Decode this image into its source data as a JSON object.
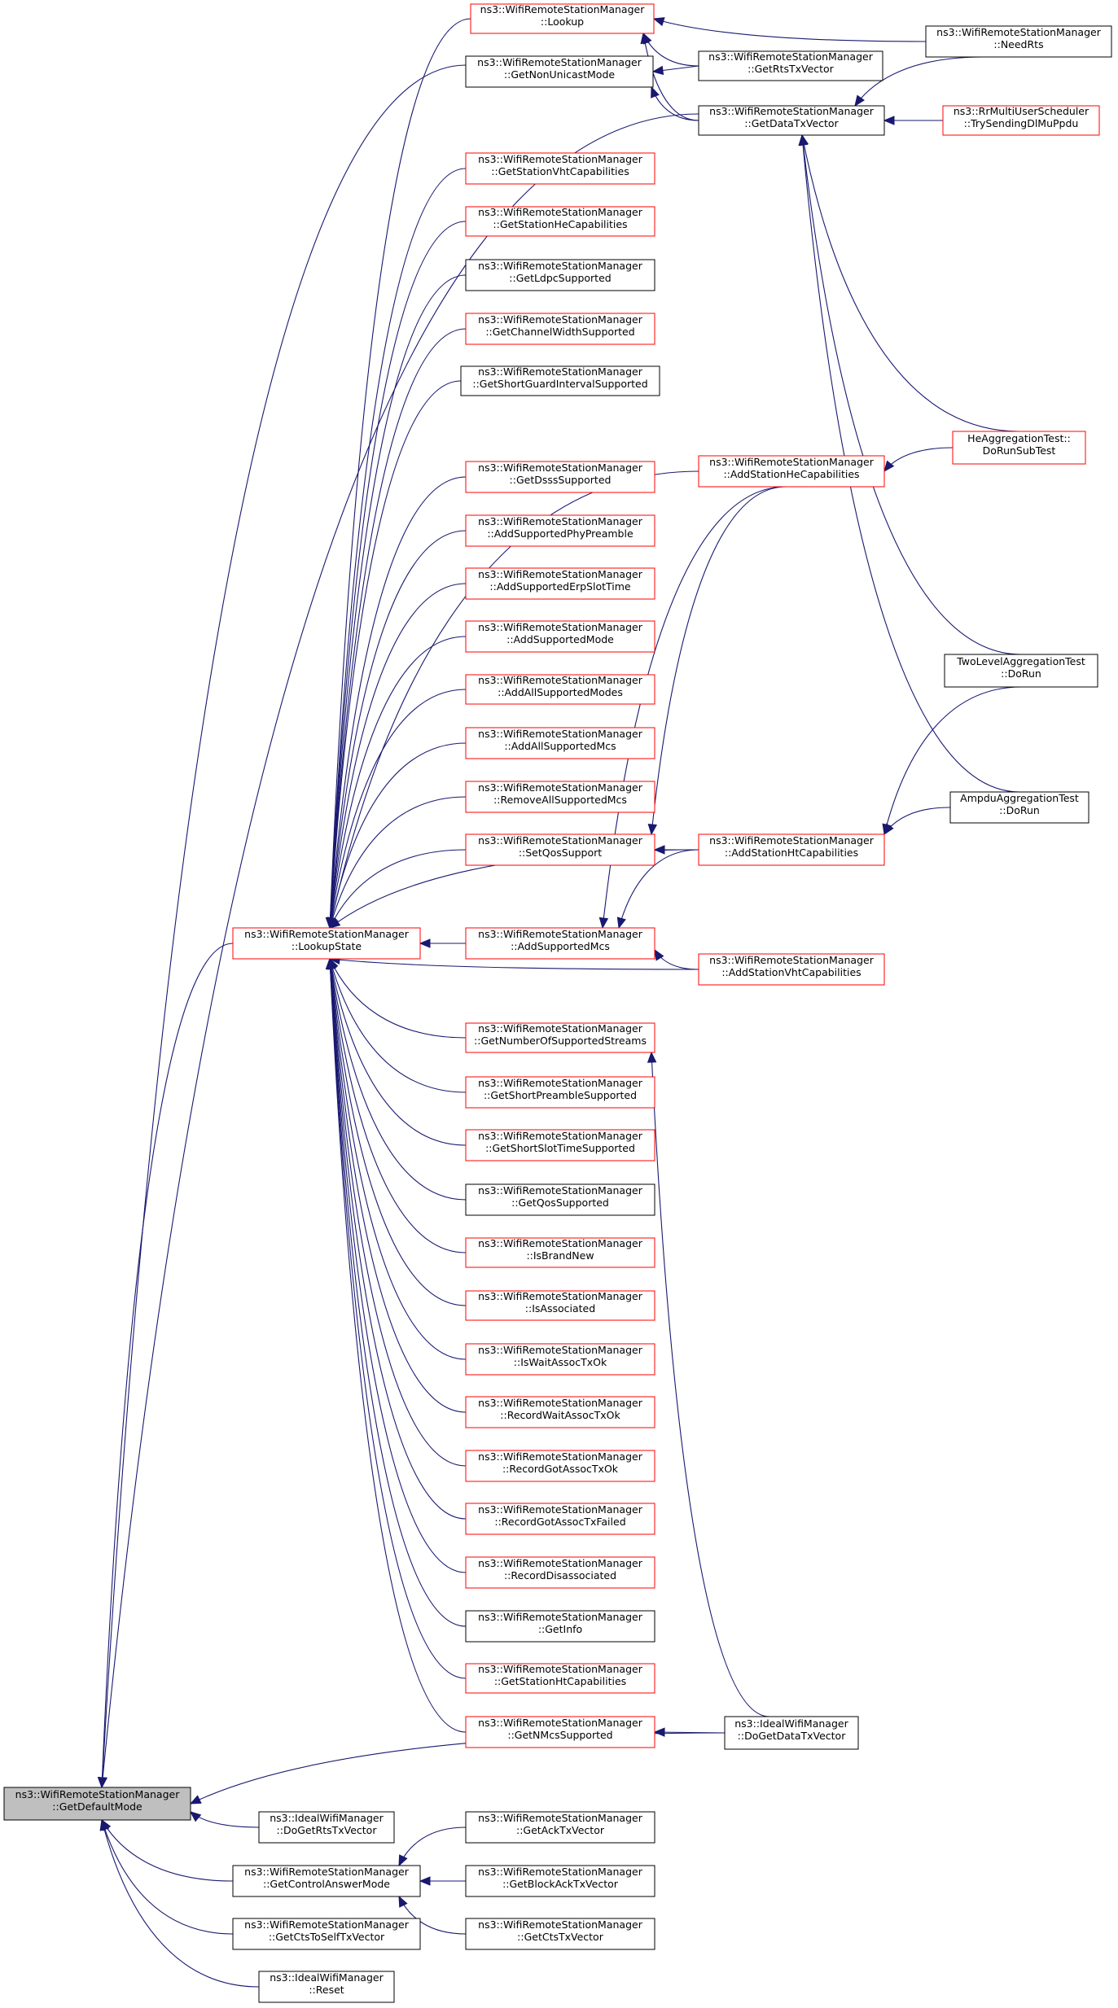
{
  "colors": {
    "edge": "#191970",
    "border_default": "#000000",
    "border_undocumented": "#ff0000",
    "fill_focus": "#bfbfbf",
    "fill_default": "#ffffff"
  },
  "nodes": [
    {
      "id": "lookup",
      "lines": [
        "ns3::WifiRemoteStationManager",
        "::Lookup"
      ],
      "style": "red"
    },
    {
      "id": "getnonunicast",
      "lines": [
        "ns3::WifiRemoteStationManager",
        "::GetNonUnicastMode"
      ],
      "style": "black"
    },
    {
      "id": "getrtstx",
      "lines": [
        "ns3::WifiRemoteStationManager",
        "::GetRtsTxVector"
      ],
      "style": "black"
    },
    {
      "id": "needrts",
      "lines": [
        "ns3::WifiRemoteStationManager",
        "::NeedRts"
      ],
      "style": "black"
    },
    {
      "id": "getdatatx",
      "lines": [
        "ns3::WifiRemoteStationManager",
        "::GetDataTxVector"
      ],
      "style": "black"
    },
    {
      "id": "rrmulti",
      "lines": [
        "ns3::RrMultiUserScheduler",
        "::TrySendingDlMuPpdu"
      ],
      "style": "red"
    },
    {
      "id": "getvhtcap",
      "lines": [
        "ns3::WifiRemoteStationManager",
        "::GetStationVhtCapabilities"
      ],
      "style": "red"
    },
    {
      "id": "gethecap",
      "lines": [
        "ns3::WifiRemoteStationManager",
        "::GetStationHeCapabilities"
      ],
      "style": "red"
    },
    {
      "id": "getldpc",
      "lines": [
        "ns3::WifiRemoteStationManager",
        "::GetLdpcSupported"
      ],
      "style": "black"
    },
    {
      "id": "getchanwidth",
      "lines": [
        "ns3::WifiRemoteStationManager",
        "::GetChannelWidthSupported"
      ],
      "style": "red"
    },
    {
      "id": "getsgi",
      "lines": [
        "ns3::WifiRemoteStationManager",
        "::GetShortGuardIntervalSupported"
      ],
      "style": "black"
    },
    {
      "id": "addhecap",
      "lines": [
        "ns3::WifiRemoteStationManager",
        "::AddStationHeCapabilities"
      ],
      "style": "red"
    },
    {
      "id": "heaggtest",
      "lines": [
        "HeAggregationTest::",
        "DoRunSubTest"
      ],
      "style": "red"
    },
    {
      "id": "getdsss",
      "lines": [
        "ns3::WifiRemoteStationManager",
        "::GetDsssSupported"
      ],
      "style": "red"
    },
    {
      "id": "addphypre",
      "lines": [
        "ns3::WifiRemoteStationManager",
        "::AddSupportedPhyPreamble"
      ],
      "style": "red"
    },
    {
      "id": "adderpslot",
      "lines": [
        "ns3::WifiRemoteStationManager",
        "::AddSupportedErpSlotTime"
      ],
      "style": "red"
    },
    {
      "id": "addsupmode",
      "lines": [
        "ns3::WifiRemoteStationManager",
        "::AddSupportedMode"
      ],
      "style": "red"
    },
    {
      "id": "addallmodes",
      "lines": [
        "ns3::WifiRemoteStationManager",
        "::AddAllSupportedModes"
      ],
      "style": "red"
    },
    {
      "id": "twolevel",
      "lines": [
        "TwoLevelAggregationTest",
        "::DoRun"
      ],
      "style": "black"
    },
    {
      "id": "addallmcs",
      "lines": [
        "ns3::WifiRemoteStationManager",
        "::AddAllSupportedMcs"
      ],
      "style": "red"
    },
    {
      "id": "removeallmcs",
      "lines": [
        "ns3::WifiRemoteStationManager",
        "::RemoveAllSupportedMcs"
      ],
      "style": "red"
    },
    {
      "id": "ampdutest",
      "lines": [
        "AmpduAggregationTest",
        "::DoRun"
      ],
      "style": "black"
    },
    {
      "id": "setqos",
      "lines": [
        "ns3::WifiRemoteStationManager",
        "::SetQosSupport"
      ],
      "style": "red"
    },
    {
      "id": "addhtcap",
      "lines": [
        "ns3::WifiRemoteStationManager",
        "::AddStationHtCapabilities"
      ],
      "style": "red"
    },
    {
      "id": "lookupstate",
      "lines": [
        "ns3::WifiRemoteStationManager",
        "::LookupState"
      ],
      "style": "red"
    },
    {
      "id": "addsupmcs",
      "lines": [
        "ns3::WifiRemoteStationManager",
        "::AddSupportedMcs"
      ],
      "style": "red"
    },
    {
      "id": "addvhtcap",
      "lines": [
        "ns3::WifiRemoteStationManager",
        "::AddStationVhtCapabilities"
      ],
      "style": "red"
    },
    {
      "id": "getnss",
      "lines": [
        "ns3::WifiRemoteStationManager",
        "::GetNumberOfSupportedStreams"
      ],
      "style": "red"
    },
    {
      "id": "getshortpre",
      "lines": [
        "ns3::WifiRemoteStationManager",
        "::GetShortPreambleSupported"
      ],
      "style": "red"
    },
    {
      "id": "getshortslot",
      "lines": [
        "ns3::WifiRemoteStationManager",
        "::GetShortSlotTimeSupported"
      ],
      "style": "red"
    },
    {
      "id": "getqos",
      "lines": [
        "ns3::WifiRemoteStationManager",
        "::GetQosSupported"
      ],
      "style": "black"
    },
    {
      "id": "isbrandnew",
      "lines": [
        "ns3::WifiRemoteStationManager",
        "::IsBrandNew"
      ],
      "style": "red"
    },
    {
      "id": "isassoc",
      "lines": [
        "ns3::WifiRemoteStationManager",
        "::IsAssociated"
      ],
      "style": "red"
    },
    {
      "id": "iswaitassoc",
      "lines": [
        "ns3::WifiRemoteStationManager",
        "::IsWaitAssocTxOk"
      ],
      "style": "red"
    },
    {
      "id": "recwaitassoc",
      "lines": [
        "ns3::WifiRemoteStationManager",
        "::RecordWaitAssocTxOk"
      ],
      "style": "red"
    },
    {
      "id": "recgotassoc",
      "lines": [
        "ns3::WifiRemoteStationManager",
        "::RecordGotAssocTxOk"
      ],
      "style": "red"
    },
    {
      "id": "recgotassocfail",
      "lines": [
        "ns3::WifiRemoteStationManager",
        "::RecordGotAssocTxFailed"
      ],
      "style": "red"
    },
    {
      "id": "recdisassoc",
      "lines": [
        "ns3::WifiRemoteStationManager",
        "::RecordDisassociated"
      ],
      "style": "red"
    },
    {
      "id": "getinfo",
      "lines": [
        "ns3::WifiRemoteStationManager",
        "::GetInfo"
      ],
      "style": "black"
    },
    {
      "id": "gethtcap",
      "lines": [
        "ns3::WifiRemoteStationManager",
        "::GetStationHtCapabilities"
      ],
      "style": "red"
    },
    {
      "id": "getnmcs",
      "lines": [
        "ns3::WifiRemoteStationManager",
        "::GetNMcsSupported"
      ],
      "style": "red"
    },
    {
      "id": "idealdatatx",
      "lines": [
        "ns3::IdealWifiManager",
        "::DoGetDataTxVector"
      ],
      "style": "black"
    },
    {
      "id": "getdefault",
      "lines": [
        "ns3::WifiRemoteStationManager",
        "::GetDefaultMode"
      ],
      "style": "focus"
    },
    {
      "id": "idealrtstx",
      "lines": [
        "ns3::IdealWifiManager",
        "::DoGetRtsTxVector"
      ],
      "style": "black"
    },
    {
      "id": "getacktx",
      "lines": [
        "ns3::WifiRemoteStationManager",
        "::GetAckTxVector"
      ],
      "style": "black"
    },
    {
      "id": "getctrlanswer",
      "lines": [
        "ns3::WifiRemoteStationManager",
        "::GetControlAnswerMode"
      ],
      "style": "black"
    },
    {
      "id": "getblockacktx",
      "lines": [
        "ns3::WifiRemoteStationManager",
        "::GetBlockAckTxVector"
      ],
      "style": "black"
    },
    {
      "id": "getctstoself",
      "lines": [
        "ns3::WifiRemoteStationManager",
        "::GetCtsToSelfTxVector"
      ],
      "style": "black"
    },
    {
      "id": "getctstx",
      "lines": [
        "ns3::WifiRemoteStationManager",
        "::GetCtsTxVector"
      ],
      "style": "black"
    },
    {
      "id": "idealreset",
      "lines": [
        "ns3::IdealWifiManager",
        "::Reset"
      ],
      "style": "black"
    }
  ],
  "edges": [
    [
      "lookup",
      "getrtstx"
    ],
    [
      "lookup",
      "needrts"
    ],
    [
      "lookup",
      "getdatatx"
    ],
    [
      "getnonunicast",
      "getrtstx"
    ],
    [
      "getnonunicast",
      "getdatatx"
    ],
    [
      "getdatatx",
      "needrts"
    ],
    [
      "getdatatx",
      "rrmulti"
    ],
    [
      "getdatatx",
      "heaggtest"
    ],
    [
      "getdatatx",
      "twolevel"
    ],
    [
      "getdatatx",
      "ampdutest"
    ],
    [
      "addhecap",
      "heaggtest"
    ],
    [
      "setqos",
      "addhecap"
    ],
    [
      "setqos",
      "addhtcap"
    ],
    [
      "addhtcap",
      "twolevel"
    ],
    [
      "addhtcap",
      "ampdutest"
    ],
    [
      "addsupmcs",
      "addhecap"
    ],
    [
      "addsupmcs",
      "addhtcap"
    ],
    [
      "addsupmcs",
      "addvhtcap"
    ],
    [
      "lookupstate",
      "lookup"
    ],
    [
      "lookupstate",
      "getvhtcap"
    ],
    [
      "lookupstate",
      "gethecap"
    ],
    [
      "lookupstate",
      "getldpc"
    ],
    [
      "lookupstate",
      "getchanwidth"
    ],
    [
      "lookupstate",
      "getsgi"
    ],
    [
      "lookupstate",
      "addhecap"
    ],
    [
      "lookupstate",
      "getdsss"
    ],
    [
      "lookupstate",
      "addphypre"
    ],
    [
      "lookupstate",
      "adderpslot"
    ],
    [
      "lookupstate",
      "addsupmode"
    ],
    [
      "lookupstate",
      "addallmodes"
    ],
    [
      "lookupstate",
      "addallmcs"
    ],
    [
      "lookupstate",
      "removeallmcs"
    ],
    [
      "lookupstate",
      "setqos"
    ],
    [
      "lookupstate",
      "addhtcap"
    ],
    [
      "lookupstate",
      "addsupmcs"
    ],
    [
      "lookupstate",
      "addvhtcap"
    ],
    [
      "lookupstate",
      "getnss"
    ],
    [
      "lookupstate",
      "getshortpre"
    ],
    [
      "lookupstate",
      "getshortslot"
    ],
    [
      "lookupstate",
      "getqos"
    ],
    [
      "lookupstate",
      "isbrandnew"
    ],
    [
      "lookupstate",
      "isassoc"
    ],
    [
      "lookupstate",
      "iswaitassoc"
    ],
    [
      "lookupstate",
      "recwaitassoc"
    ],
    [
      "lookupstate",
      "recgotassoc"
    ],
    [
      "lookupstate",
      "recgotassocfail"
    ],
    [
      "lookupstate",
      "recdisassoc"
    ],
    [
      "lookupstate",
      "getinfo"
    ],
    [
      "lookupstate",
      "gethtcap"
    ],
    [
      "lookupstate",
      "getnmcs"
    ],
    [
      "getnss",
      "idealdatatx"
    ],
    [
      "getnmcs",
      "idealdatatx"
    ],
    [
      "getdefault",
      "getnonunicast"
    ],
    [
      "getdefault",
      "getdatatx"
    ],
    [
      "getdefault",
      "lookupstate"
    ],
    [
      "getdefault",
      "idealdatatx"
    ],
    [
      "getdefault",
      "idealrtstx"
    ],
    [
      "getdefault",
      "getctrlanswer"
    ],
    [
      "getdefault",
      "getctstoself"
    ],
    [
      "getdefault",
      "idealreset"
    ],
    [
      "getctrlanswer",
      "getacktx"
    ],
    [
      "getctrlanswer",
      "getblockacktx"
    ],
    [
      "getctrlanswer",
      "getctstx"
    ]
  ]
}
